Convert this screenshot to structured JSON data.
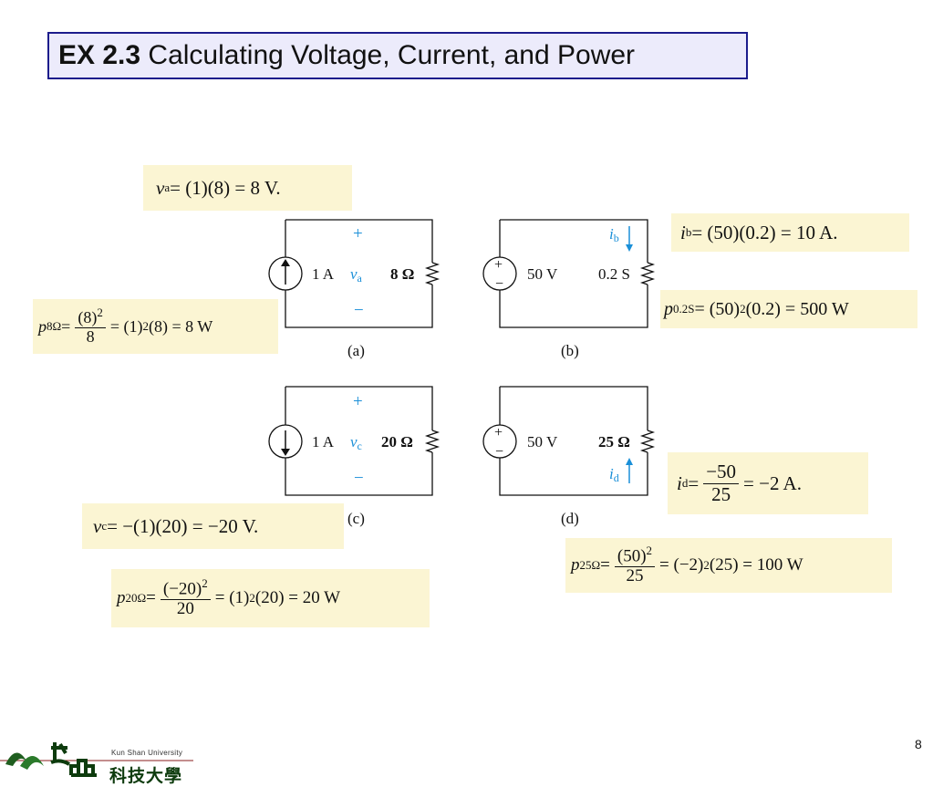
{
  "title": {
    "bold": "EX 2.3",
    "rest": " Calculating Voltage, Current, and Power"
  },
  "labels": {
    "a_src": "1 A",
    "a_res": "8 Ω",
    "a_plus": "+",
    "a_minus": "−",
    "a_cap": "(a)",
    "b_src": "50 V",
    "b_res": "0.2 S",
    "b_cap": "(b)",
    "c_src": "1 A",
    "c_res": "20 Ω",
    "c_plus": "+",
    "c_minus": "−",
    "c_cap": "(c)",
    "d_src": "50 V",
    "d_res": "25 Ω",
    "d_cap": "(d)",
    "src_plus": "+",
    "src_minus": "−",
    "var_a_base": "v",
    "var_a_sub": "a",
    "var_b_base": "i",
    "var_b_sub": "b",
    "var_c_base": "v",
    "var_c_sub": "c",
    "var_d_base": "i",
    "var_d_sub": "d"
  },
  "equations": {
    "va": {
      "lhs": "v",
      "sub": "a",
      "rhs": " = (1)(8) = 8 V."
    },
    "p8": {
      "lhs": "p",
      "sub": "8Ω",
      "eq": " = ",
      "num": "(8)",
      "num_sup": "2",
      "den": "8",
      "rhs_a": " = (1)",
      "rhs_sup": "2",
      "rhs_b": "(8) = 8 W"
    },
    "ib": {
      "lhs": "i",
      "sub": "b",
      "rhs": " = (50)(0.2) = 10 A."
    },
    "p02": {
      "lhs": "p",
      "sub": "0.2S",
      "rhs_a": " = (50)",
      "rhs_sup": "2",
      "rhs_b": "(0.2) = 500 W"
    },
    "vc": {
      "lhs": "v",
      "sub": "c",
      "rhs": " = −(1)(20) = −20 V."
    },
    "p20": {
      "lhs": "p",
      "sub": "20Ω",
      "eq": " = ",
      "num": "(−20)",
      "num_sup": "2",
      "den": "20",
      "rhs_a": " = (1)",
      "rhs_sup": "2",
      "rhs_b": "(20) = 20 W"
    },
    "id": {
      "lhs": "i",
      "sub": "d",
      "eq": " = ",
      "num": "−50",
      "den": "25",
      "rhs": " = −2 A."
    },
    "p25": {
      "lhs": "p",
      "sub": "25Ω",
      "eq": " = ",
      "num": "(50)",
      "num_sup": "2",
      "den": "25",
      "rhs_a": " = (−2)",
      "rhs_sup": "2",
      "rhs_b": "(25) = 100 W"
    }
  },
  "footer": {
    "page_number": "8",
    "logo_en": "Kun Shan University",
    "logo_cn": "科技大學"
  },
  "colors": {
    "title_border": "#1c1c8c",
    "title_bg": "#ecebfb",
    "eq_bg": "#fbf5d3",
    "accent_blue": "#1a8fd8"
  }
}
